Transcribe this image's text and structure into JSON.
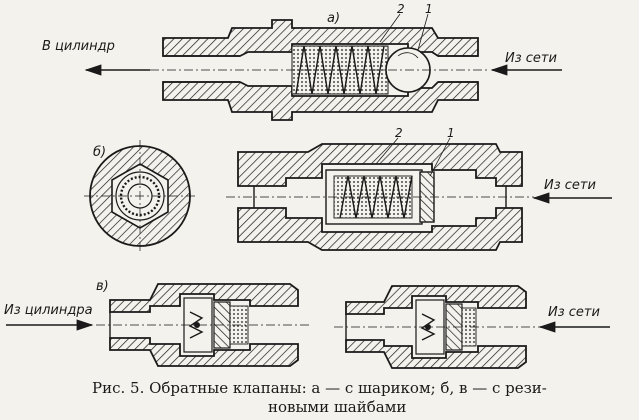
{
  "figure": {
    "view_a": {
      "label": "а)",
      "callout_1": "1",
      "callout_2": "2",
      "arrow_left": "В цилиндр",
      "arrow_right": "Из сети"
    },
    "view_b": {
      "label": "б)",
      "callout_1": "1",
      "callout_2": "2",
      "arrow_right": "Из сети"
    },
    "view_v": {
      "label": "в)",
      "arrow_left": "Из цилиндра",
      "arrow_right": "Из сети"
    },
    "caption": {
      "line1": "Рис. 5. Обратные клапаны: а — с шариком; б, в — с рези-",
      "line2": "новыми шайбами"
    }
  }
}
